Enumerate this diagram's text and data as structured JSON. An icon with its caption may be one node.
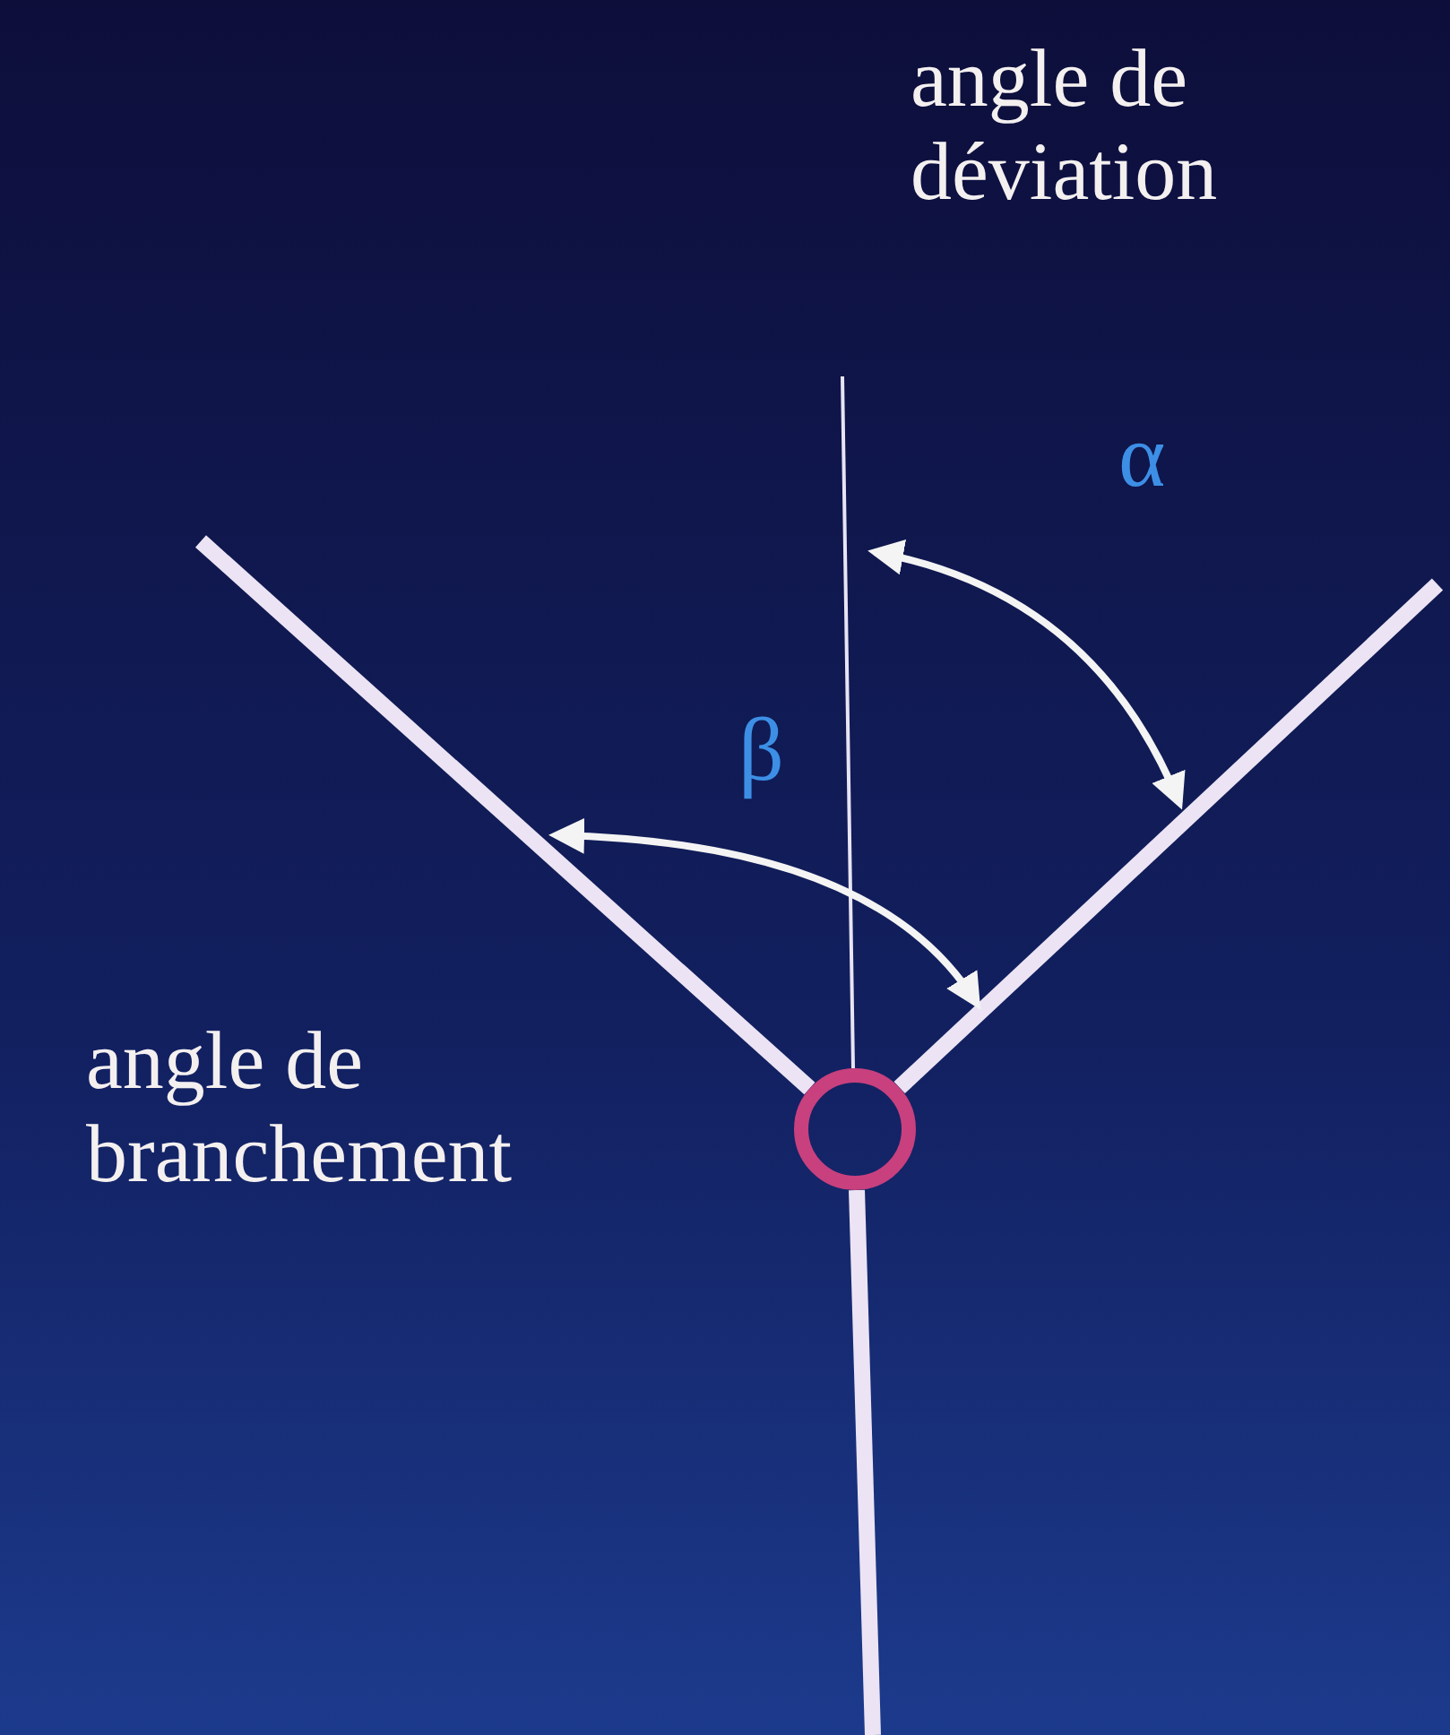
{
  "diagram": {
    "labels": [
      "angle de déviation",
      "α",
      "β",
      "angle de branchement"
    ]
  }
}
